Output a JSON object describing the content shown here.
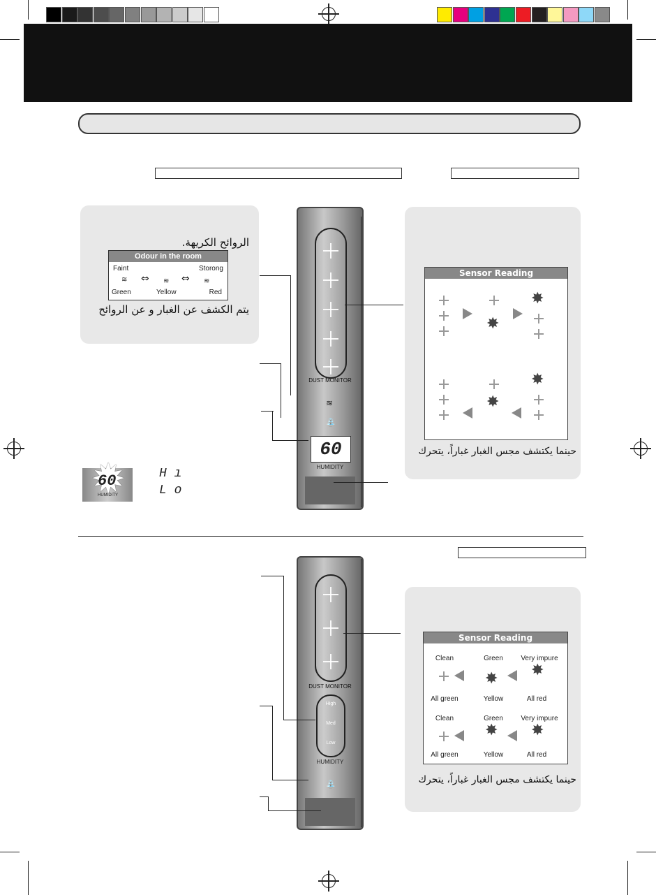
{
  "colors": {
    "grayscale": [
      "#000000",
      "#1a1a1a",
      "#333333",
      "#4d4d4d",
      "#666666",
      "#808080",
      "#999999",
      "#b3b3b3",
      "#cccccc",
      "#e6e6e6",
      "#ffffff"
    ],
    "process": [
      "#ffeb00",
      "#e6007e",
      "#00a0e3",
      "#2e3192",
      "#00a651",
      "#ed1c24",
      "#231f20",
      "#fff799",
      "#f49ac1",
      "#8ed8f8",
      "#898989"
    ]
  },
  "top_left_panel": {
    "arabic_line1": "الروائح الكريهة.",
    "odour_title": "Odour in the room",
    "faint": "Faint",
    "strong": "Storong",
    "green": "Green",
    "yellow": "Yellow",
    "red": "Red",
    "arabic_line2": "يتم الكشف عن الغبار و عن الروائح"
  },
  "device_top": {
    "dust_monitor": "DUST MONITOR",
    "humidity_value": "60",
    "humidity_label": "HUMIDITY"
  },
  "humidity_inset": {
    "value": "60",
    "label": "HUMIDITY",
    "hi": "H ı",
    "lo": "L o"
  },
  "sensor_top": {
    "title": "Sensor Reading",
    "arabic": "حينما يكتشف مجس الغبار غباراً، يتحرك"
  },
  "device_bottom": {
    "dust_monitor": "DUST MONITOR",
    "high": "High",
    "med": "Med",
    "low": "Low",
    "humidity_label": "HUMIDITY"
  },
  "sensor_bottom": {
    "title": "Sensor Reading",
    "clean": "Clean",
    "green": "Green",
    "very_impure": "Very impure",
    "all_green": "All green",
    "yellow": "Yellow",
    "all_red": "All red",
    "arabic": "حينما يكتشف مجس الغبار غباراً، يتحرك"
  }
}
